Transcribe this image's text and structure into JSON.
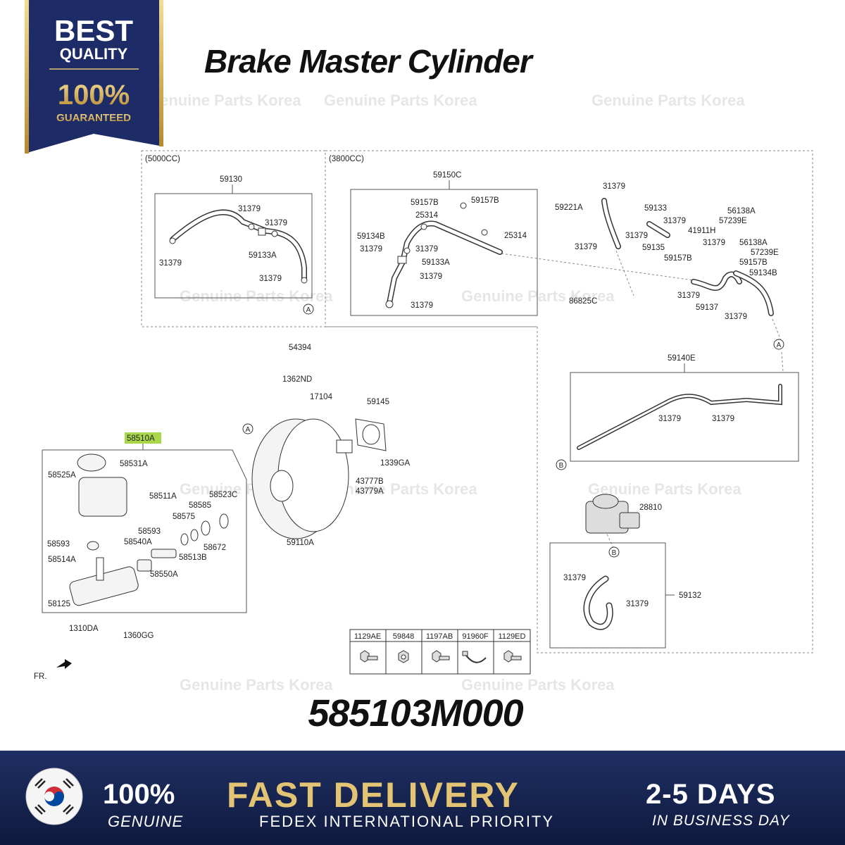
{
  "badge": {
    "line1": "BEST",
    "line2": "QUALITY",
    "line3": "100%",
    "line4": "GUARANTEED"
  },
  "title": "Brake Master Cylinder",
  "part_number": "585103M000",
  "watermark": "Genuine Parts Korea",
  "sections": {
    "s5000": "(5000CC)",
    "s3800": "(3800CC)"
  },
  "callouts": {
    "a": "A",
    "b": "B"
  },
  "front_marker": "FR.",
  "highlight_color": "#a8d84a",
  "labels": {
    "p59130": "59130",
    "p31379": "31379",
    "p59133A": "59133A",
    "p59150C": "59150C",
    "p59157B": "59157B",
    "p25314": "25314",
    "p59134B": "59134B",
    "p59221A": "59221A",
    "p59133": "59133",
    "p41911H": "41911H",
    "p59135": "59135",
    "p56138A": "56138A",
    "p57239E": "57239E",
    "p59137": "59137",
    "p86825C": "86825C",
    "p54394": "54394",
    "p1362ND": "1362ND",
    "p17104": "17104",
    "p59145": "59145",
    "p1339GA": "1339GA",
    "p43777B": "43777B",
    "p43779A": "43779A",
    "p59110A": "59110A",
    "p58510A": "58510A",
    "p58531A": "58531A",
    "p58525A": "58525A",
    "p58511A": "58511A",
    "p58523C": "58523C",
    "p58585": "58585",
    "p58575": "58575",
    "p58593": "58593",
    "p58540A": "58540A",
    "p58672": "58672",
    "p58514A": "58514A",
    "p58513B": "58513B",
    "p58550A": "58550A",
    "p58125": "58125",
    "p1310DA": "1310DA",
    "p1360GG": "1360GG",
    "p59140E": "59140E",
    "p28810": "28810",
    "p59132": "59132"
  },
  "hardware": [
    "1129AE",
    "59848",
    "1197AB",
    "91960F",
    "1129ED"
  ],
  "footer": {
    "genuine_pct": "100%",
    "genuine_sub": "GENUINE",
    "fast_main": "FAST DELIVERY",
    "fast_sub": "FEDEX INTERNATIONAL PRIORITY",
    "days_main": "2-5 DAYS",
    "days_sub": "IN BUSINESS DAY"
  },
  "colors": {
    "navy": "#1f2f63",
    "gold": "#e3c474",
    "flag_red": "#cd2e3a",
    "flag_blue": "#0047a0"
  }
}
